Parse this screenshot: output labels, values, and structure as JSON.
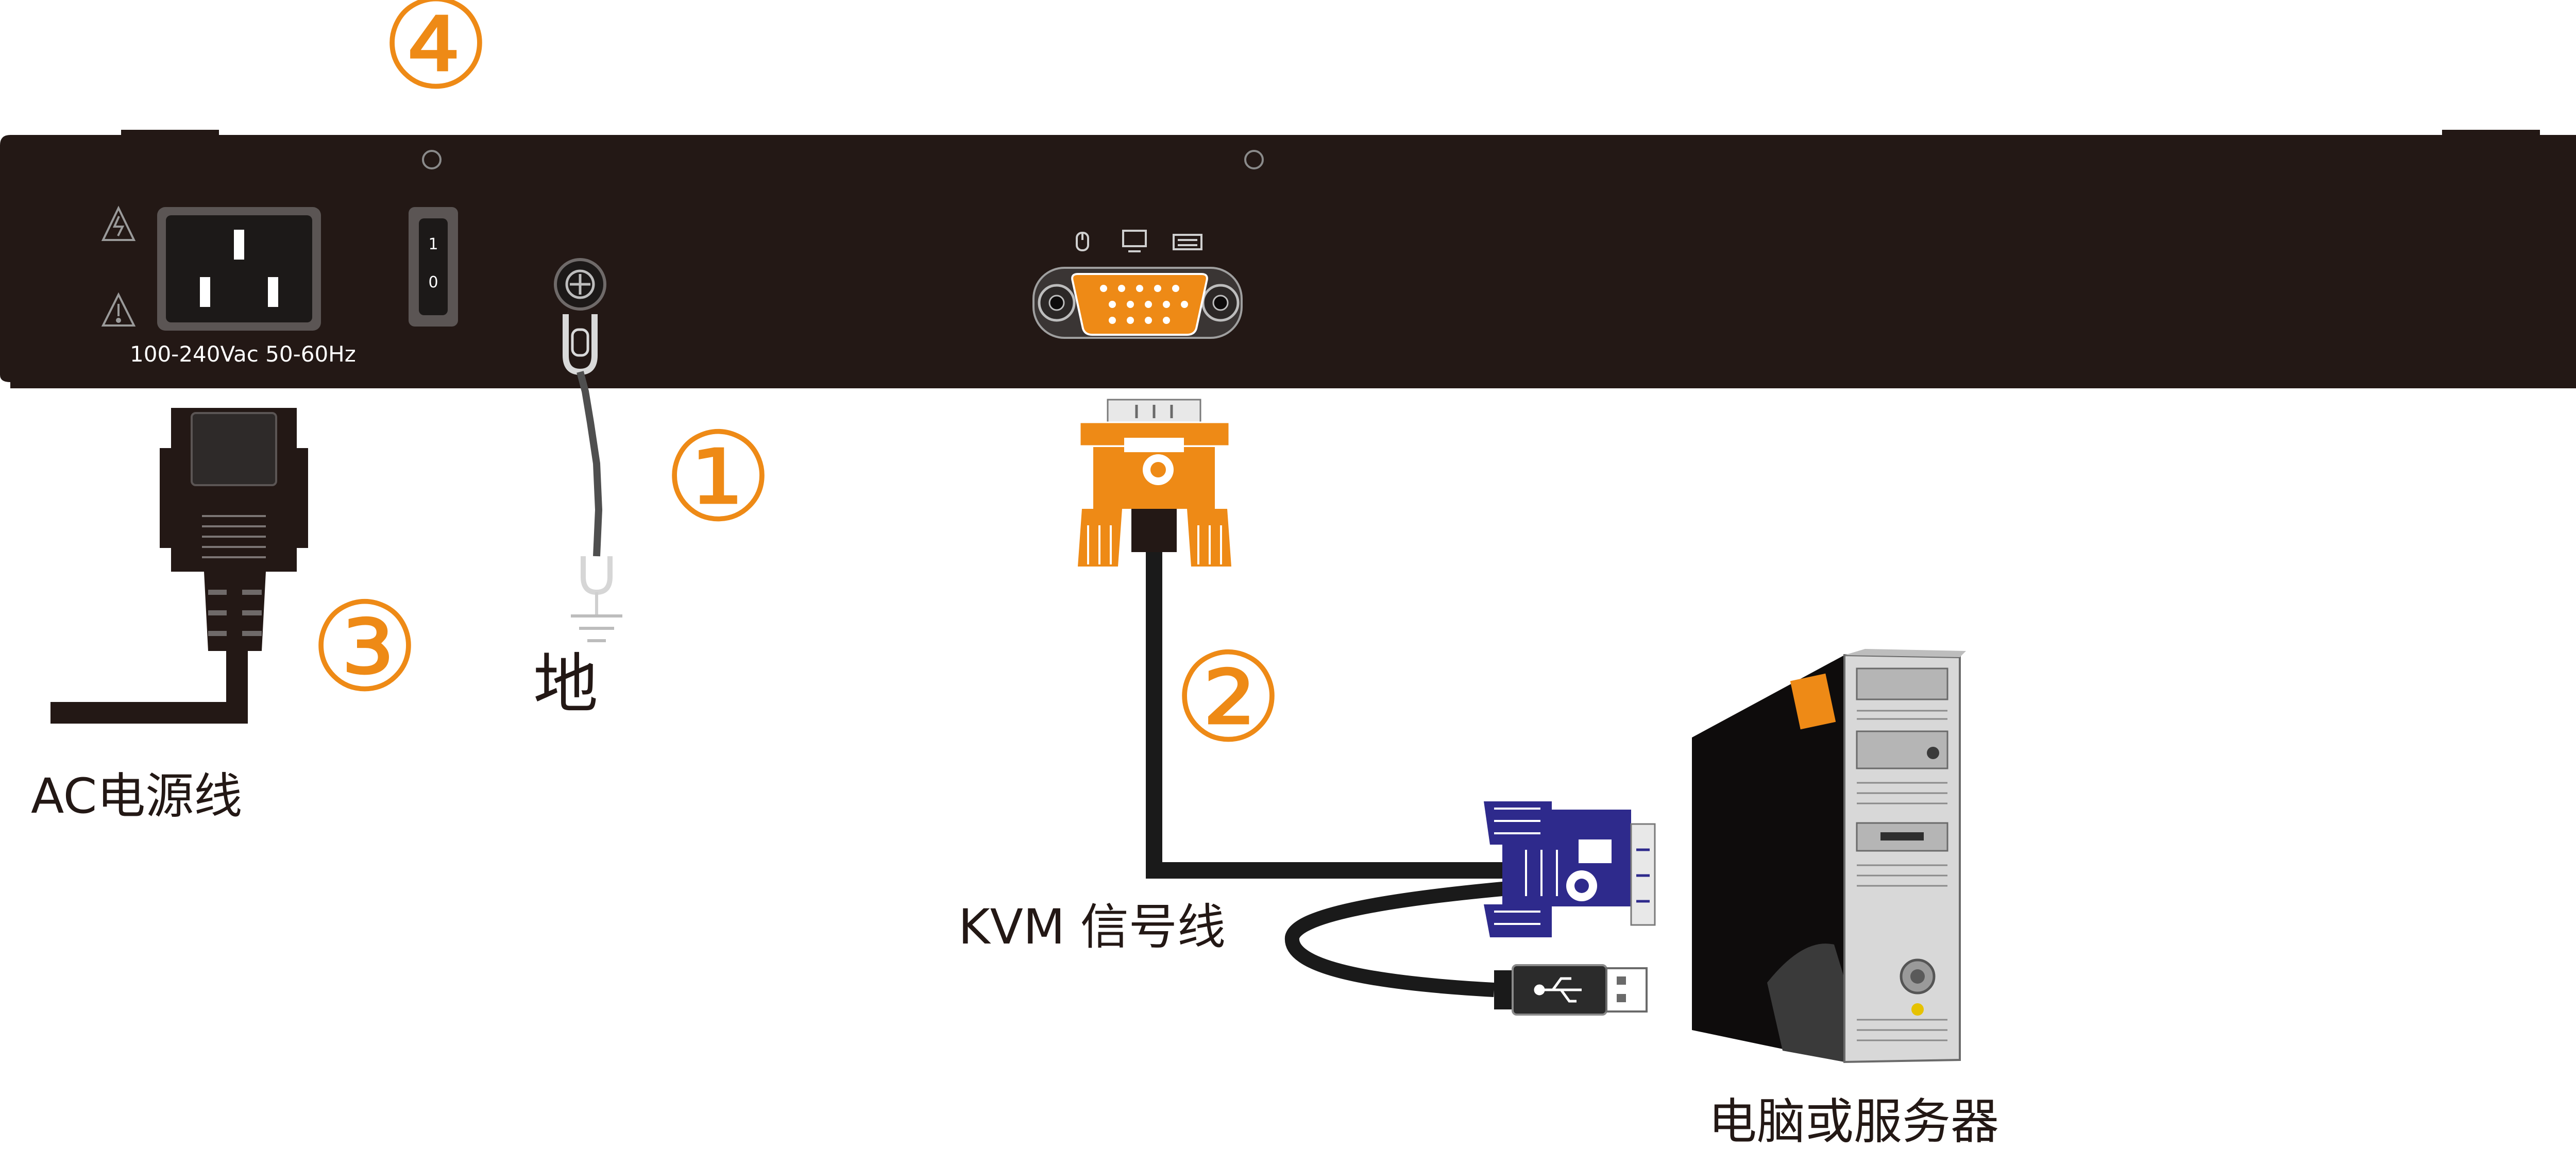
{
  "panel": {
    "power_rating": "100-240Vac 50-60Hz",
    "switch_on": "1",
    "switch_off": "0"
  },
  "callouts": {
    "c1": "①",
    "c2": "②",
    "c3": "③",
    "c4": "④"
  },
  "labels": {
    "ground": "地",
    "ac_cable": "AC电源线",
    "kvm_cable": "KVM 信号线",
    "computer": "电脑或服务器"
  },
  "colors": {
    "panel": "#231815",
    "accent": "#ee8a16",
    "vga_blue": "#2e2a8c",
    "cable": "#1a1a1a"
  }
}
